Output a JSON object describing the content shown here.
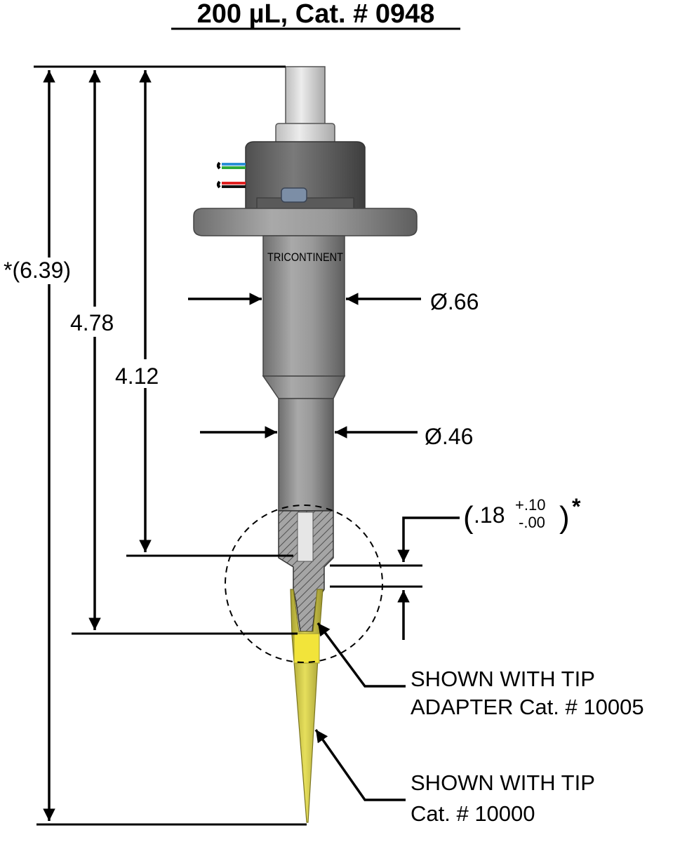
{
  "title": "200 µL, Cat. # 0948",
  "dimensions": {
    "overall_length": "*(6.39)",
    "length_a": "4.78",
    "length_b": "4.12",
    "diameter_upper": "Ø.66",
    "diameter_lower": "Ø.46",
    "tip_gap": {
      "nominal": ".18",
      "tol_plus": "+.10",
      "tol_minus": "-.00",
      "star": "*"
    }
  },
  "callouts": {
    "adapter_line1": "SHOWN WITH TIP",
    "adapter_line2": "ADAPTER Cat. # 10005",
    "tip_line1": "SHOWN WITH TIP",
    "tip_line2": "Cat. # 10000"
  },
  "logo_text": "TRICONTINENT",
  "colors": {
    "body": "#8f8f8f",
    "shaft_top": "#d2d2d2",
    "tip": "#d8d14a",
    "tip_band": "#f2e43a",
    "wire_blue": "#2a8fd6",
    "wire_green": "#2eaa3a",
    "wire_red": "#e02020"
  }
}
